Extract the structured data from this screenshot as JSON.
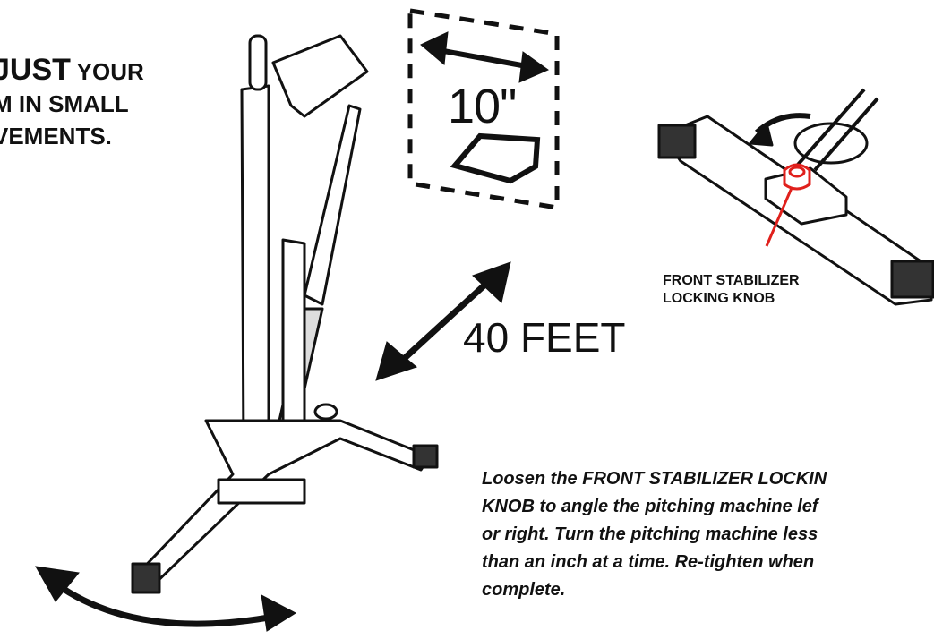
{
  "heading": {
    "line1_big": "JUST",
    "line1_rest": " YOUR",
    "line2": "M IN SMALL",
    "line3": "VEMENTS."
  },
  "dimension_label": "10\"",
  "distance_label": "40 FEET",
  "knob_label": {
    "line1": "FRONT STABILIZER",
    "line2": "LOCKING KNOB"
  },
  "instruction": {
    "line1": "Loosen the FRONT STABILIZER LOCKIN",
    "line2": "KNOB to angle the pitching machine lef",
    "line3": "or right. Turn the pitching machine less",
    "line4": "than an inch at a time. Re-tighten when",
    "line5": "complete."
  },
  "colors": {
    "ink": "#111111",
    "knob_red": "#e0201c"
  },
  "icons": [
    "pitching-machine-illustration",
    "home-plate-icon",
    "double-arrow-icon",
    "rotate-arrow-icon",
    "locking-knob-icon"
  ]
}
